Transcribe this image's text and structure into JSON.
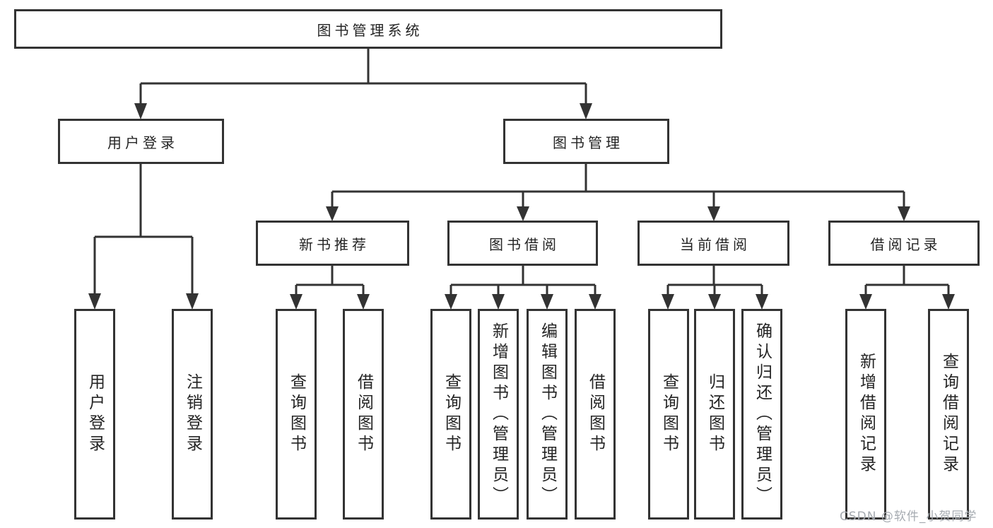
{
  "diagram": {
    "root": {
      "label": "图书管理系统"
    },
    "level2": [
      {
        "label": "用户登录"
      },
      {
        "label": "图书管理"
      }
    ],
    "level3": [
      {
        "label": "新书推荐"
      },
      {
        "label": "图书借阅"
      },
      {
        "label": "当前借阅"
      },
      {
        "label": "借阅记录"
      }
    ],
    "leaves": [
      {
        "label": "用户登录"
      },
      {
        "label": "注销登录"
      },
      {
        "label": "查询图书"
      },
      {
        "label": "借阅图书"
      },
      {
        "label": "查询图书"
      },
      {
        "label": "新增图书（管理员）"
      },
      {
        "label": "编辑图书（管理员）"
      },
      {
        "label": "借阅图书"
      },
      {
        "label": "查询图书"
      },
      {
        "label": "归还图书"
      },
      {
        "label": "确认归还（管理员）"
      },
      {
        "label": "新增借阅记录"
      },
      {
        "label": "查询借阅记录"
      }
    ],
    "watermark": "CSDN @软件_小贺同学",
    "colors": {
      "line": "#333333",
      "text": "#242424",
      "background": "#ffffff",
      "watermark": "#a6abb1"
    }
  }
}
